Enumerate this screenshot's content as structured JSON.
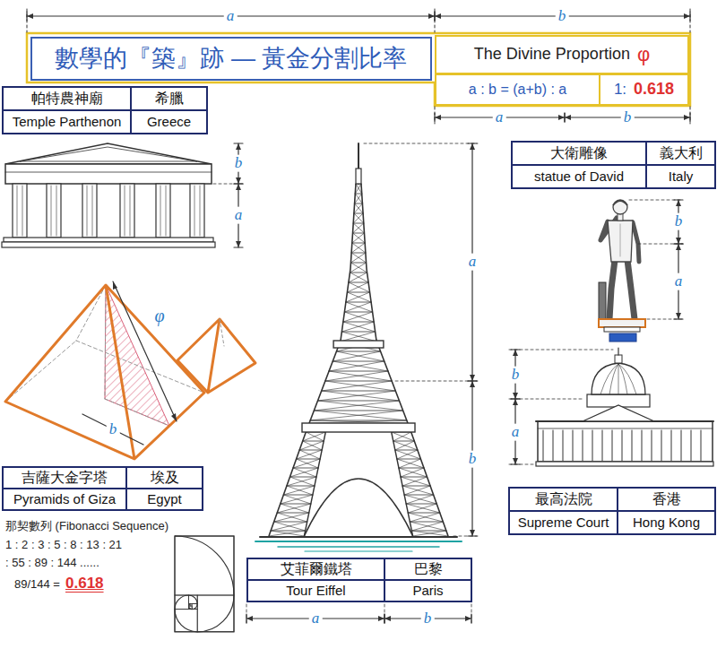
{
  "diagram": {
    "nodes": [
      {
        "text": [
          "數學的『築』跡 — 黃金分割比率"
        ]
      },
      {
        "text": [
          "The Divine Proportion",
          "φ"
        ]
      },
      {
        "text": [
          "a : b = (a+b) : a"
        ]
      },
      {
        "text": [
          "1:",
          "0.618"
        ]
      },
      {
        "text": [
          "帕特農神廟"
        ]
      },
      {
        "text": [
          "希臘"
        ]
      },
      {
        "text": [
          "Temple Parthenon"
        ]
      },
      {
        "text": [
          "Greece"
        ]
      },
      {
        "text": [
          "吉薩大金字塔"
        ]
      },
      {
        "text": [
          "埃及"
        ]
      },
      {
        "text": [
          "Pyramids of Giza"
        ]
      },
      {
        "text": [
          "Egypt"
        ]
      },
      {
        "text": [
          "艾菲爾鐵塔"
        ]
      },
      {
        "text": [
          "巴黎"
        ]
      },
      {
        "text": [
          "Tour Eiffel"
        ]
      },
      {
        "text": [
          "Paris"
        ]
      },
      {
        "text": [
          "大衛雕像"
        ]
      },
      {
        "text": [
          "義大利"
        ]
      },
      {
        "text": [
          "statue of David"
        ]
      },
      {
        "text": [
          "Italy"
        ]
      },
      {
        "text": [
          "最高法院"
        ]
      },
      {
        "text": [
          "香港"
        ]
      },
      {
        "text": [
          "Supreme Court"
        ]
      },
      {
        "text": [
          "Hong Kong"
        ]
      }
    ],
    "labels": [
      "a",
      "b",
      "a",
      "b",
      "b",
      "a",
      "φ",
      "b",
      "那契數列 (Fibonacci Sequence)",
      "1 : 2 : 3 : 5 : 8 : 13 : 21",
      ": 55 : 89 : 144 ......",
      "89/144 =",
      "0.618",
      "a",
      "b",
      "a",
      "b",
      "b",
      "a",
      "b",
      "a"
    ]
  }
}
